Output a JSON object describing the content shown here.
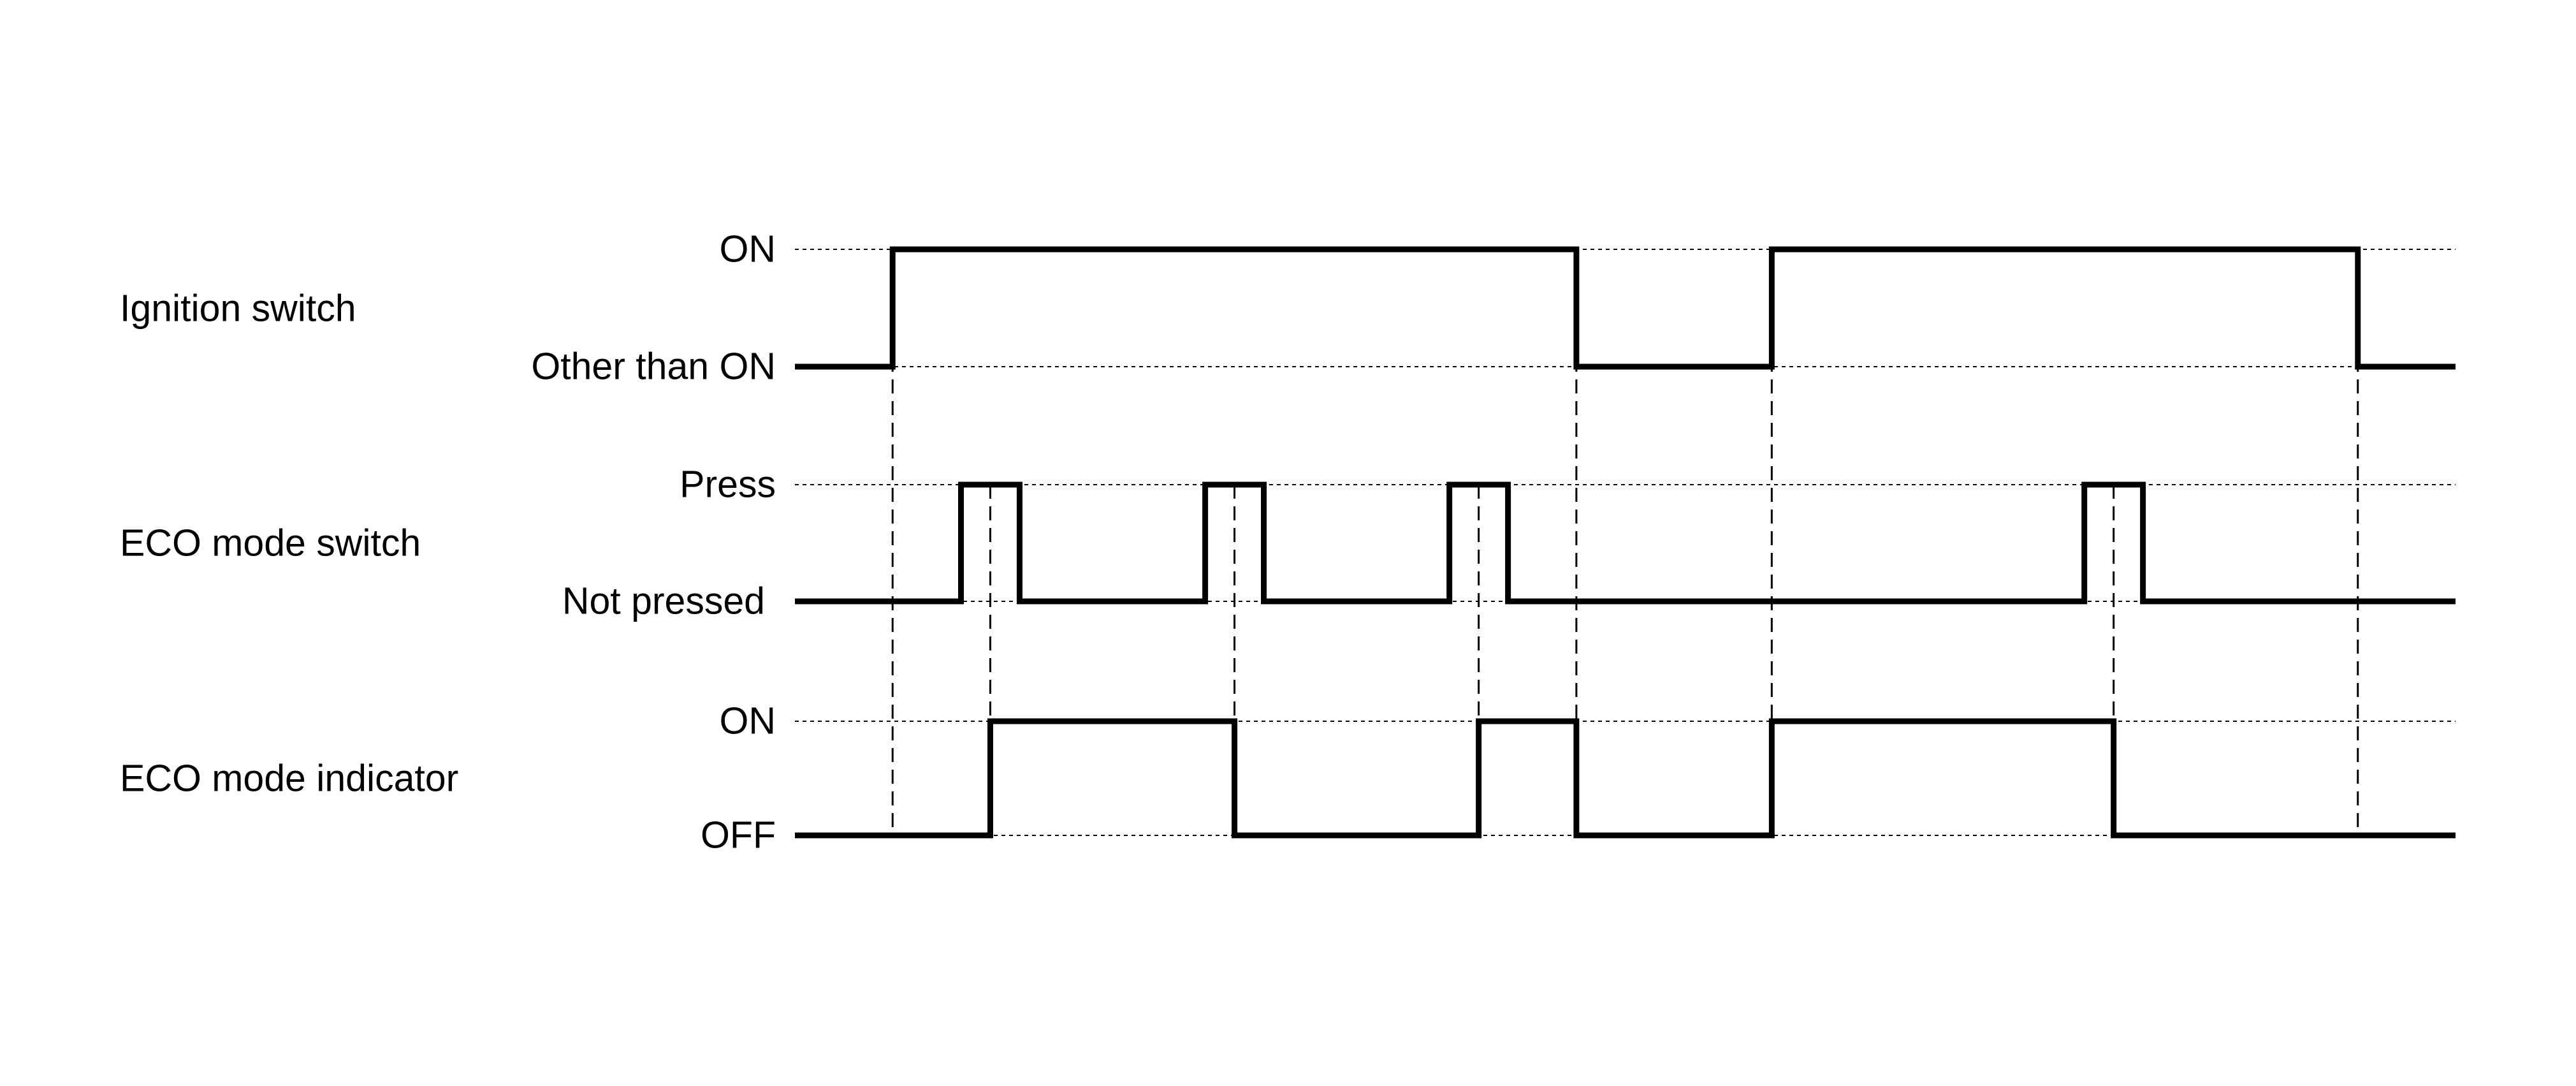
{
  "colors": {
    "background": "#ffffff",
    "waveform": "#000000",
    "guide": "#000000"
  },
  "signals": [
    {
      "name": "Ignition switch",
      "high_label": "ON",
      "low_label": "Other than ON",
      "waveform": [
        {
          "t": 0,
          "level": 0
        },
        {
          "t": 1,
          "level": 1
        },
        {
          "t": 8,
          "level": 0
        },
        {
          "t": 10,
          "level": 1
        },
        {
          "t": 16,
          "level": 0
        },
        {
          "t": 17,
          "level": 0
        }
      ]
    },
    {
      "name": "ECO mode switch",
      "high_label": "Press",
      "low_label": "Not pressed",
      "waveform": [
        {
          "t": 0,
          "level": 0
        },
        {
          "t": 1.7,
          "level": 1
        },
        {
          "t": 2.3,
          "level": 0
        },
        {
          "t": 4.2,
          "level": 1
        },
        {
          "t": 4.8,
          "level": 0
        },
        {
          "t": 6.7,
          "level": 1
        },
        {
          "t": 7.3,
          "level": 0
        },
        {
          "t": 13.2,
          "level": 1
        },
        {
          "t": 13.8,
          "level": 0
        },
        {
          "t": 17,
          "level": 0
        }
      ]
    },
    {
      "name": "ECO mode indicator",
      "high_label": "ON",
      "low_label": "OFF",
      "waveform": [
        {
          "t": 0,
          "level": 0
        },
        {
          "t": 2,
          "level": 1
        },
        {
          "t": 4.5,
          "level": 0
        },
        {
          "t": 7,
          "level": 1
        },
        {
          "t": 8,
          "level": 0
        },
        {
          "t": 10,
          "level": 1
        },
        {
          "t": 13.5,
          "level": 0
        },
        {
          "t": 17,
          "level": 0
        }
      ]
    }
  ],
  "time_span": [
    0,
    17
  ],
  "guide_lines": [
    {
      "t": 1,
      "from_signal": 0,
      "to_signal": 2
    },
    {
      "t": 8,
      "from_signal": 0,
      "to_signal": 2
    },
    {
      "t": 10,
      "from_signal": 0,
      "to_signal": 2
    },
    {
      "t": 16,
      "from_signal": 0,
      "to_signal": 2
    },
    {
      "t": 2,
      "from_signal": 1,
      "to_signal": 2
    },
    {
      "t": 4.5,
      "from_signal": 1,
      "to_signal": 2
    },
    {
      "t": 7,
      "from_signal": 1,
      "to_signal": 2
    },
    {
      "t": 13.5,
      "from_signal": 1,
      "to_signal": 2
    }
  ]
}
